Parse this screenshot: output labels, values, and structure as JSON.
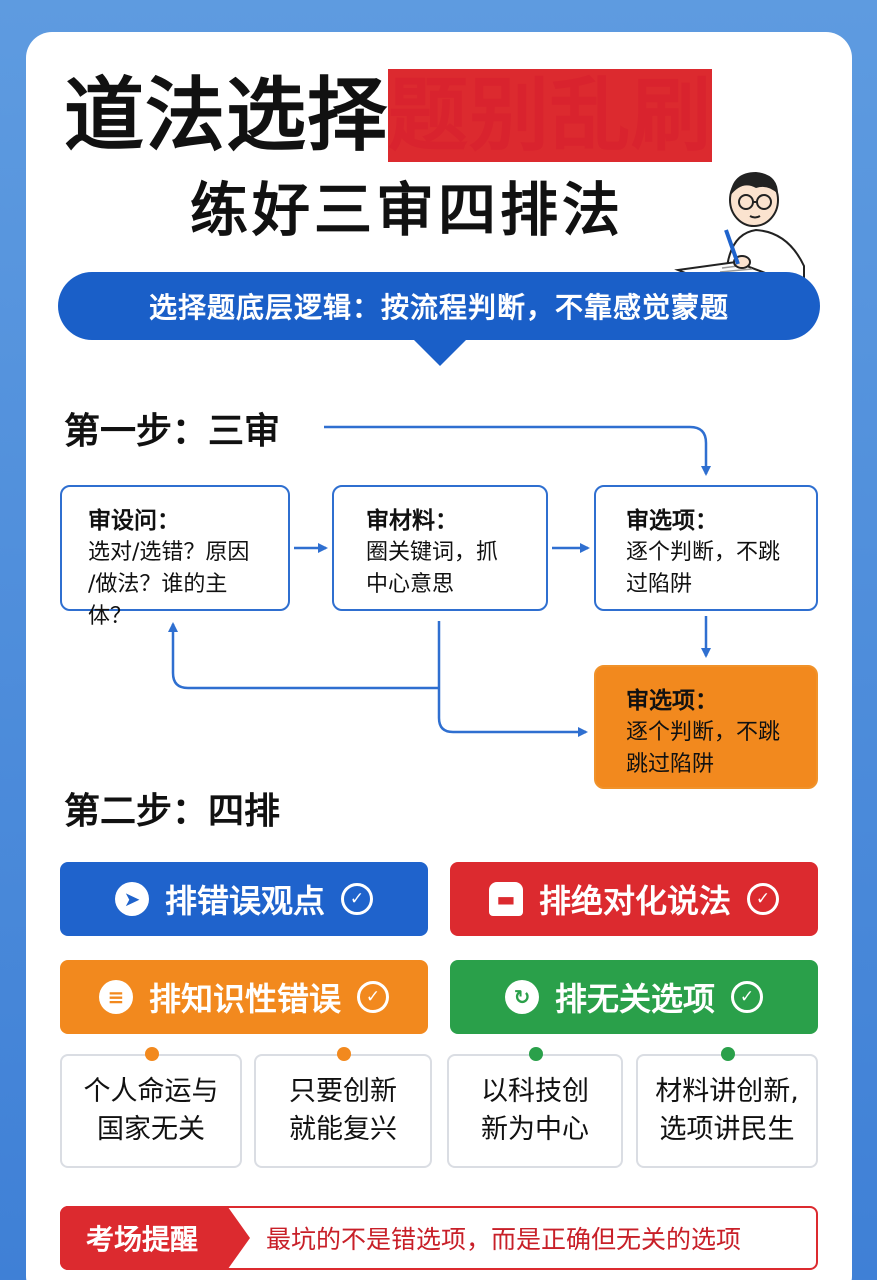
{
  "title": {
    "black_part": "道法选择",
    "red_part": "题别乱刷",
    "subtitle": "练好三审四排法"
  },
  "banner": "选择题底层逻辑：按流程判断，不靠感觉蒙题",
  "step1": {
    "title": "第一步：三审",
    "boxes": [
      {
        "heading": "审设问：",
        "body": "选对/选错？原因\n/做法？谁的主体？"
      },
      {
        "heading": "审材料：",
        "body": "圈关键词，抓\n中心意思"
      },
      {
        "heading": "审选项：",
        "body": "逐个判断，不跳\n过陷阱"
      },
      {
        "heading": "审选项：",
        "body": "逐个判断，不跳\n跳过陷阱"
      }
    ]
  },
  "step2": {
    "title": "第二步：四排",
    "pills": [
      {
        "label": "排错误观点",
        "icon": "pin-icon",
        "color": "#1f63cc"
      },
      {
        "label": "排绝对化说法",
        "icon": "hard-hat-icon",
        "color": "#dc2a2f"
      },
      {
        "label": "排知识性错误",
        "icon": "edit-icon",
        "color": "#f2891e"
      },
      {
        "label": "排无关选项",
        "icon": "refresh-check-icon",
        "color": "#2aa04a"
      }
    ],
    "examples": [
      "个人命运与\n国家无关",
      "只要创新\n就能复兴",
      "以科技创\n新为中心",
      "材料讲创新,\n选项讲民生"
    ]
  },
  "tip": {
    "label": "考场提醒",
    "text": "最坑的不是错选项，而是正确但无关的选项"
  }
}
